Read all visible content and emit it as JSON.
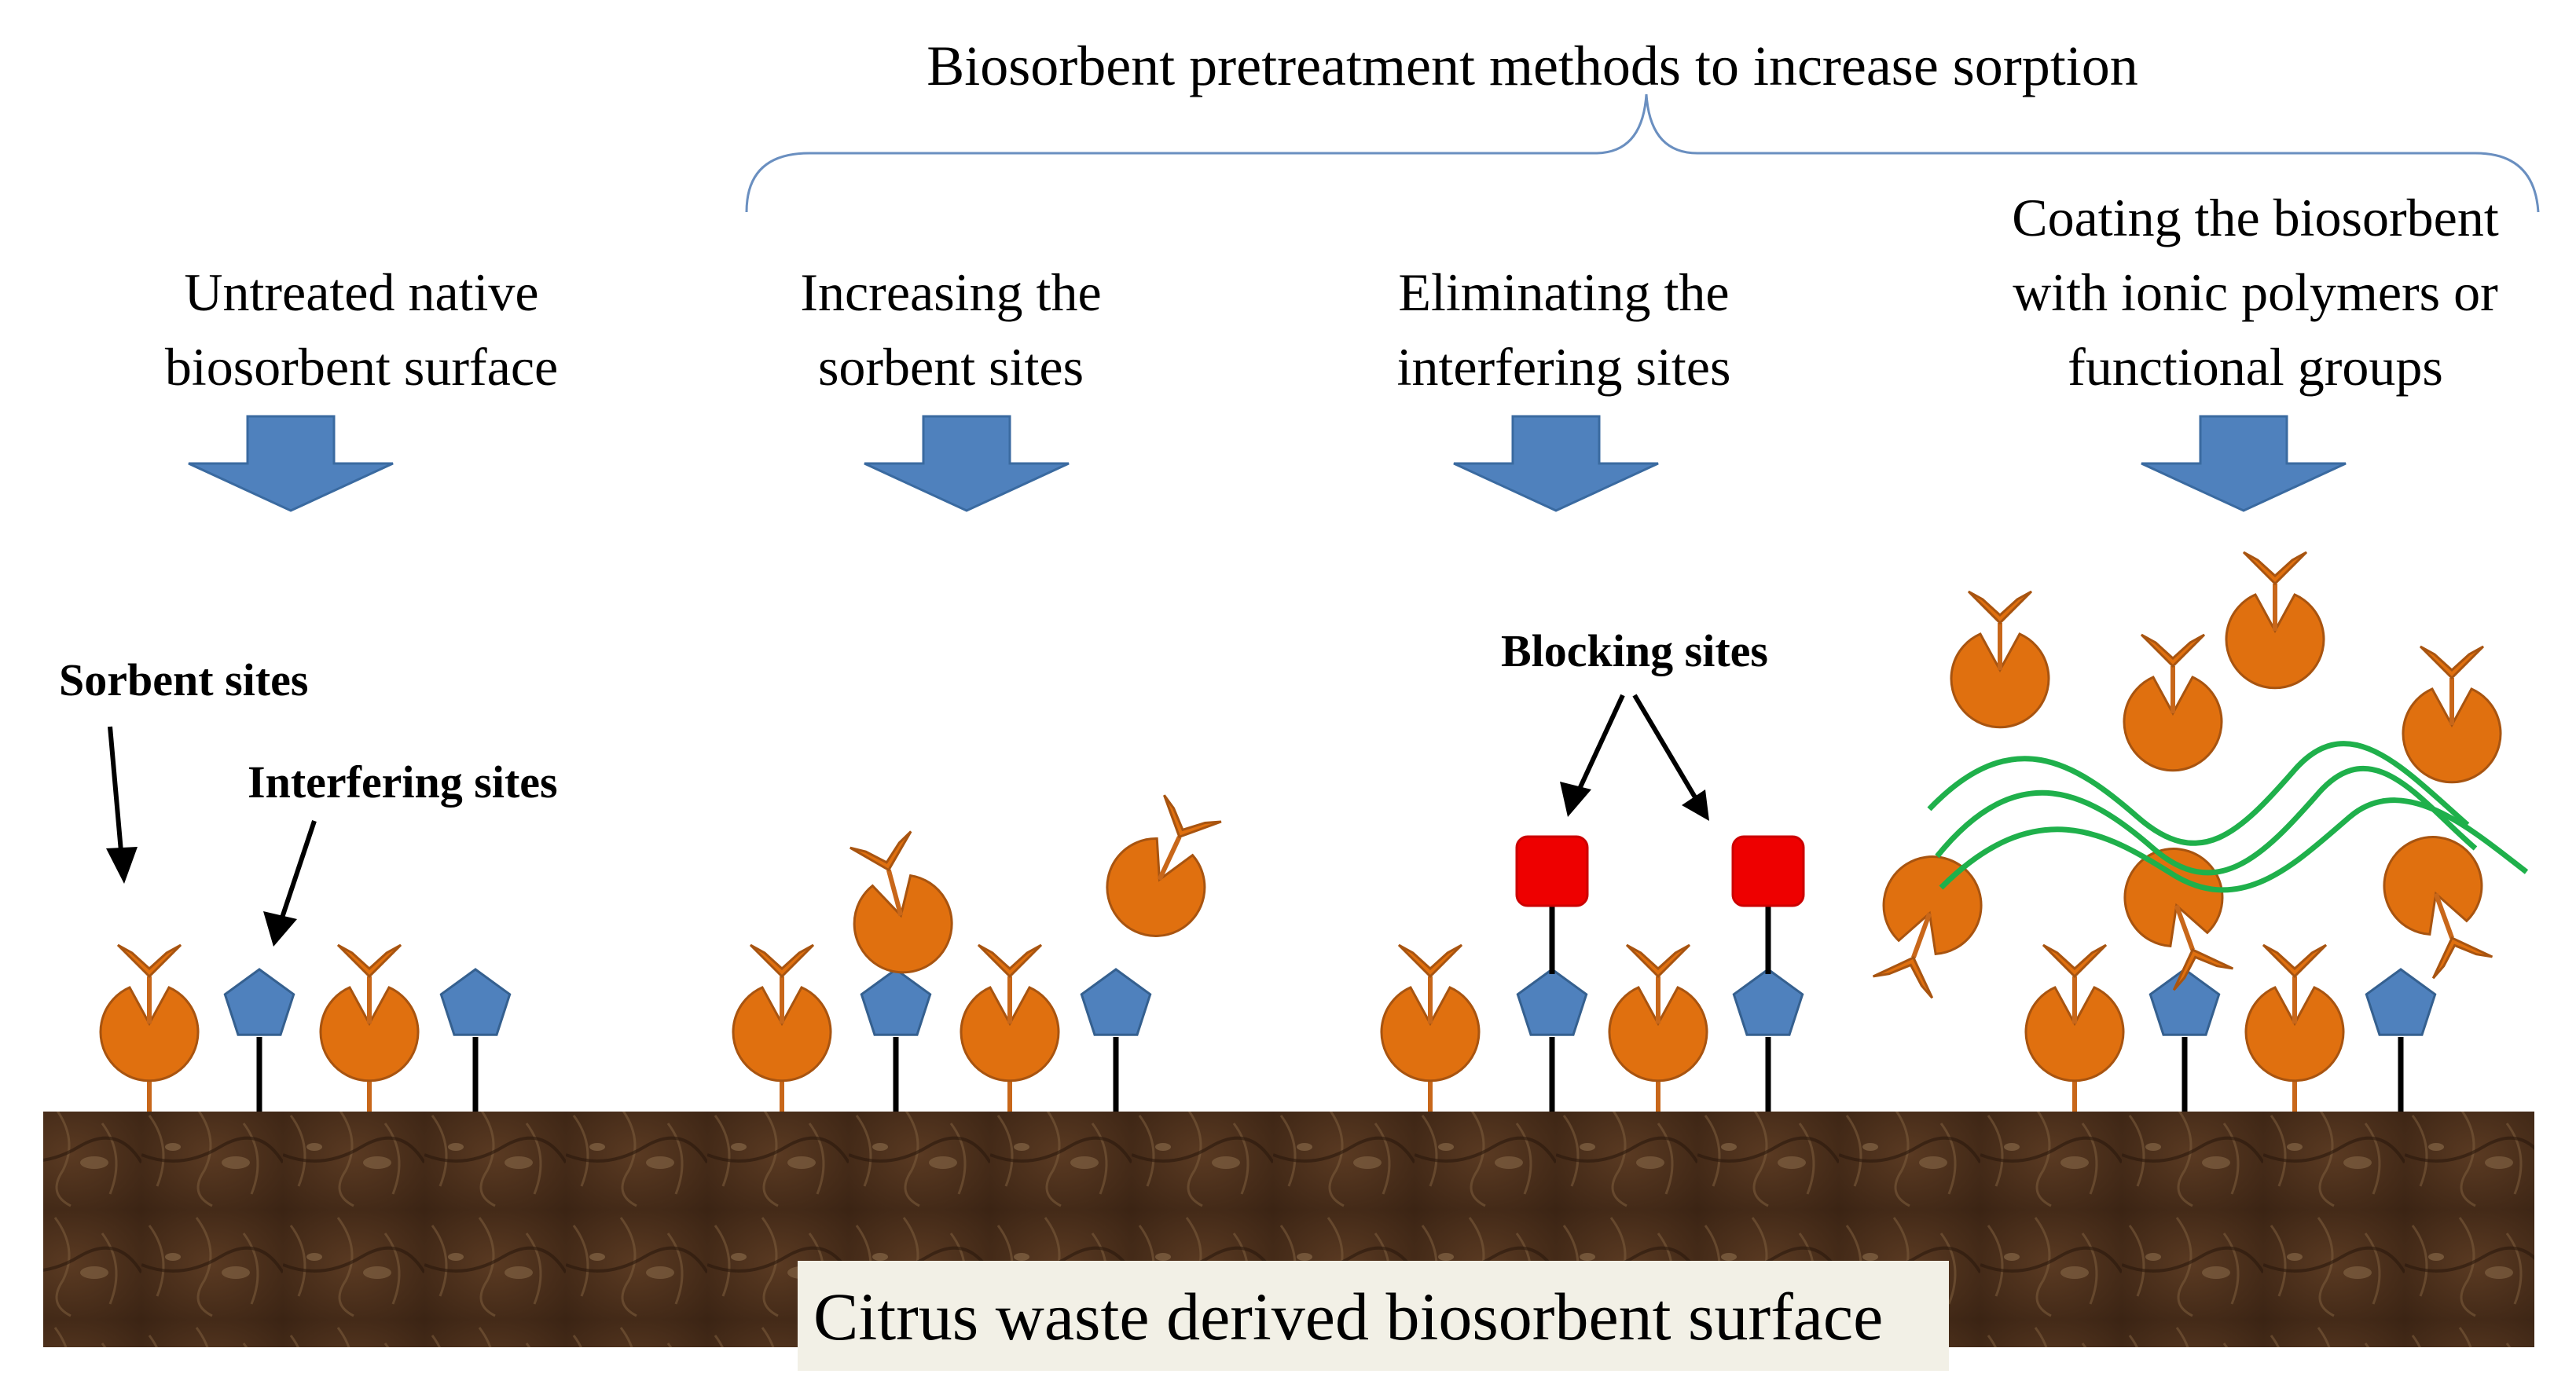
{
  "title": "Biosorbent pretreatment methods to increase sorption",
  "columns": [
    {
      "line1": "Untreated native",
      "line2": "biosorbent surface"
    },
    {
      "line1": "Increasing the",
      "line2": "sorbent sites"
    },
    {
      "line1": "Eliminating the",
      "line2": "interfering sites"
    },
    {
      "line1": "Coating the biosorbent",
      "line2": "with ionic polymers or",
      "line3": "functional groups"
    }
  ],
  "annotations": {
    "sorbent_sites": "Sorbent sites",
    "interfering_sites": "Interfering sites",
    "blocking_sites": "Blocking sites"
  },
  "surface_label": "Citrus waste derived biosorbent surface",
  "colors": {
    "sorbent": "#e0700f",
    "interfering": "#4f81bd",
    "blocking": "#ee0000",
    "polymer": "#1fb04b",
    "arrow": "#4f81bd",
    "ground": "#4a2c18",
    "bracket": "#6a8fc0"
  }
}
